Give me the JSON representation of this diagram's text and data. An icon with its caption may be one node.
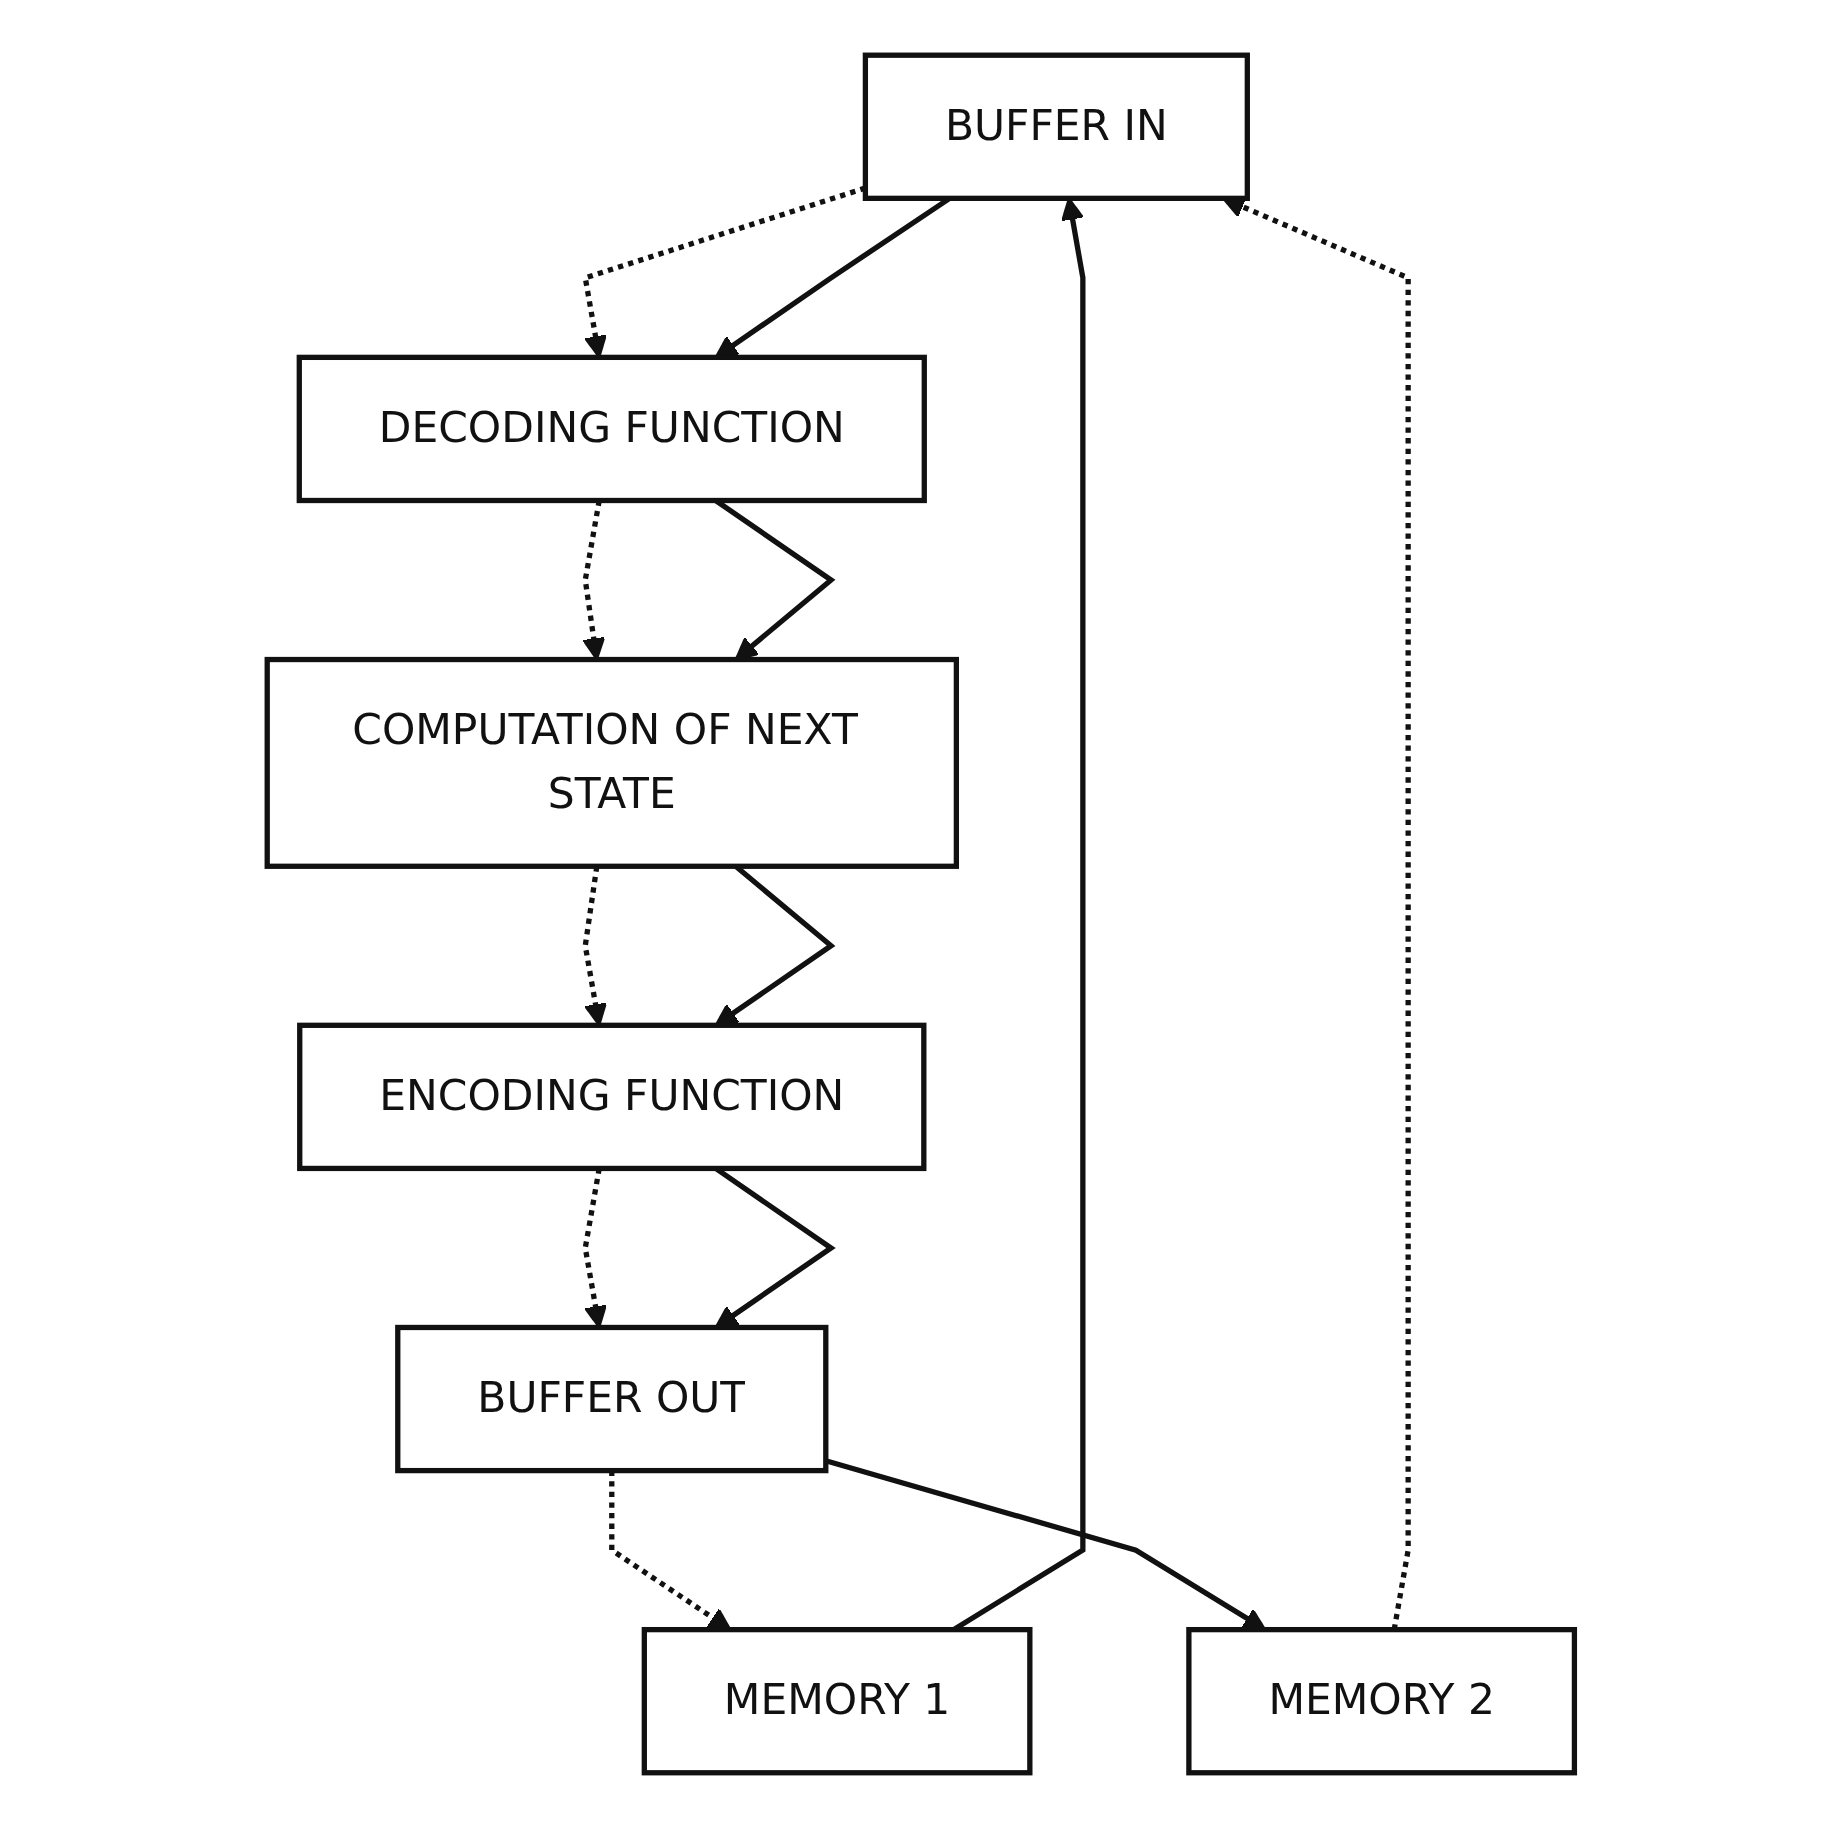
{
  "diagram": {
    "nodes": [
      {
        "text": [
          "BUFFER IN"
        ]
      },
      {
        "text": [
          "DECODING FUNCTION"
        ]
      },
      {
        "text": [
          "MEMORY 1"
        ]
      },
      {
        "text": [
          "COMPUTATION OF NEXT STATE"
        ]
      },
      {
        "text": [
          "MEMORY 2"
        ]
      },
      {
        "text": [
          "ENCODING FUNCTION"
        ]
      },
      {
        "text": [
          "BUFFER OUT"
        ]
      }
    ],
    "edges": [
      {
        "from": 0,
        "to": 1,
        "arrow": "to",
        "style": "dashed"
      },
      {
        "from": 0,
        "to": 1,
        "arrow": "to"
      },
      {
        "from": 1,
        "to": 3,
        "arrow": "to",
        "style": "dashed"
      },
      {
        "from": 1,
        "to": 3,
        "arrow": "to"
      },
      {
        "from": 3,
        "to": 5,
        "arrow": "to",
        "style": "dashed"
      },
      {
        "from": 3,
        "to": 5,
        "arrow": "to"
      },
      {
        "from": 5,
        "to": 6,
        "arrow": "to",
        "style": "dashed"
      },
      {
        "from": 5,
        "to": 6,
        "arrow": "to"
      },
      {
        "from": 2,
        "to": 0,
        "arrow": "to"
      },
      {
        "from": 4,
        "to": 0,
        "arrow": "to",
        "style": "dashed"
      },
      {
        "from": 6,
        "to": 2,
        "arrow": "to",
        "style": "dashed"
      },
      {
        "from": 6,
        "to": 4,
        "arrow": "to"
      }
    ]
  }
}
